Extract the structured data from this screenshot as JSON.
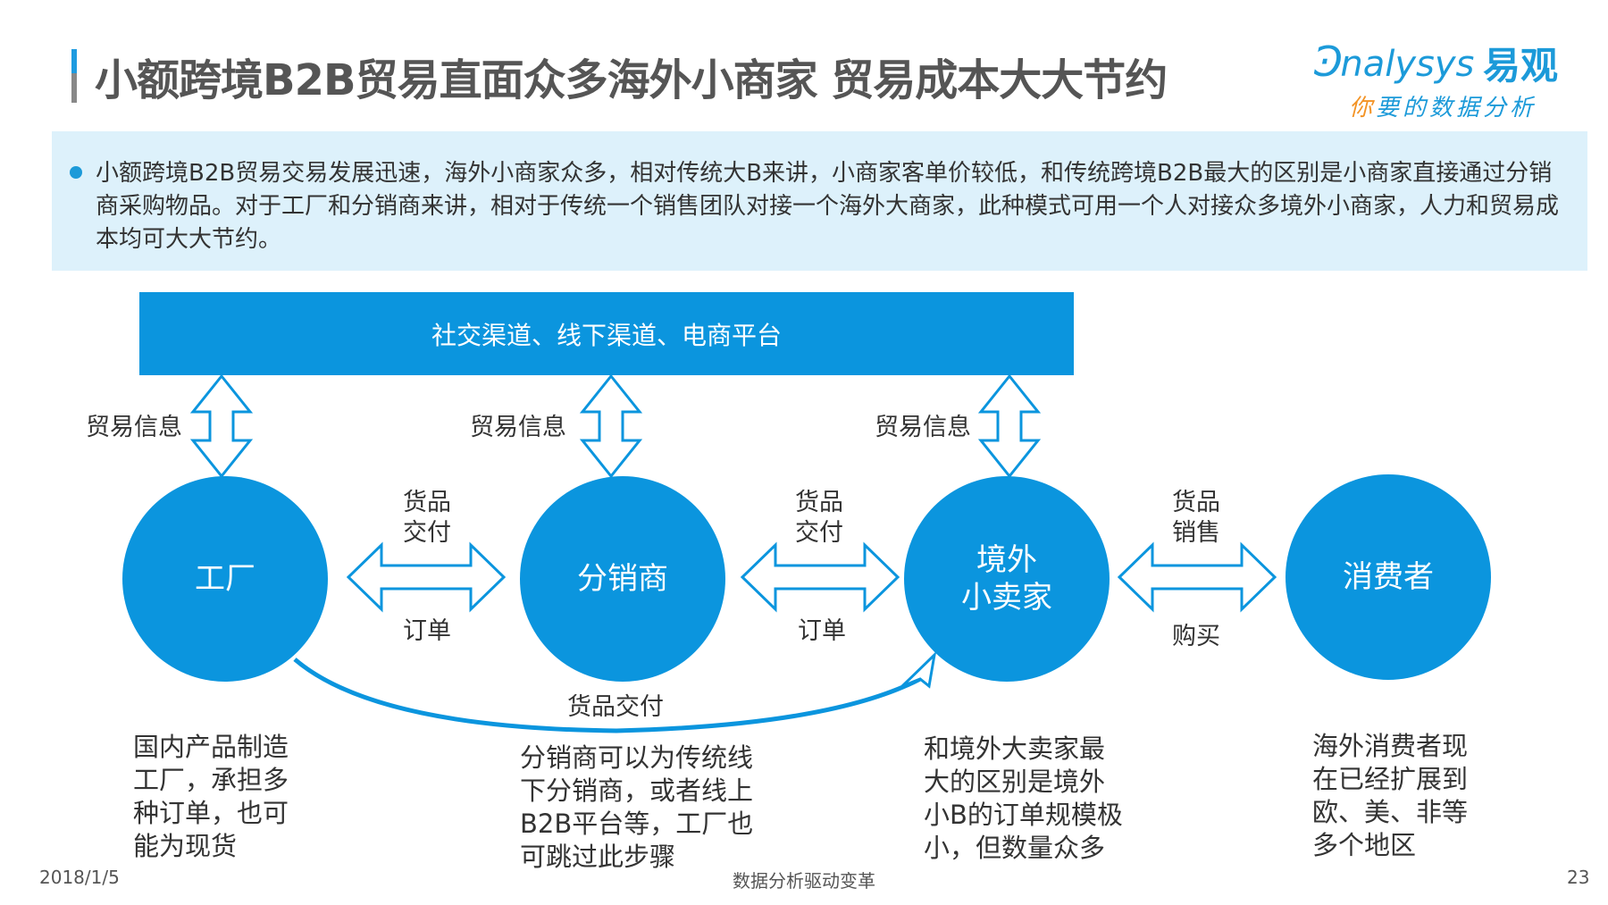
{
  "header": {
    "title": "小额跨境B2B贸易直面众多海外小商家 贸易成本大大节约",
    "logo_en": "nalysys",
    "logo_cn": "易观",
    "logo_sub_first": "你",
    "logo_sub_rest": "要的数据分析"
  },
  "intro": {
    "text": "小额跨境B2B贸易交易发展迅速，海外小商家众多，相对传统大B来讲，小商家客单价较低，和传统跨境B2B最大的区别是小商家直接通过分销商采购物品。对于工厂和分销商来讲，相对于传统一个销售团队对接一个海外大商家，此种模式可用一个人对接众多境外小商家，人力和贸易成本均可大大节约。"
  },
  "diagram": {
    "channel": "社交渠道、线下渠道、电商平台",
    "trade_info": [
      "贸易信息",
      "贸易信息",
      "贸易信息"
    ],
    "nodes": [
      "工厂",
      "分销商",
      "境外",
      "小卖家",
      "消费者"
    ],
    "links": [
      {
        "top": "货品",
        "top2": "交付",
        "bottom": "订单"
      },
      {
        "top": "货品",
        "top2": "交付",
        "bottom": "订单"
      },
      {
        "top": "货品",
        "top2": "销售",
        "bottom": "购买"
      }
    ],
    "bypass": "货品交付",
    "descriptions": [
      [
        "国内产品制造",
        "工厂，承担多",
        "种订单，也可",
        "能为现货"
      ],
      [
        "分销商可以为传统线",
        "下分销商，或者线上",
        "B2B平台等，工厂也",
        "可跳过此步骤"
      ],
      [
        "和境外大卖家最",
        "大的区别是境外",
        "小B的订单规模极",
        "小，但数量众多"
      ],
      [
        "海外消费者现",
        "在已经扩展到",
        "欧、美、非等",
        "多个地区"
      ]
    ]
  },
  "footer": {
    "date": "2018/1/5",
    "slogan": "数据分析驱动变革",
    "page": "23"
  }
}
